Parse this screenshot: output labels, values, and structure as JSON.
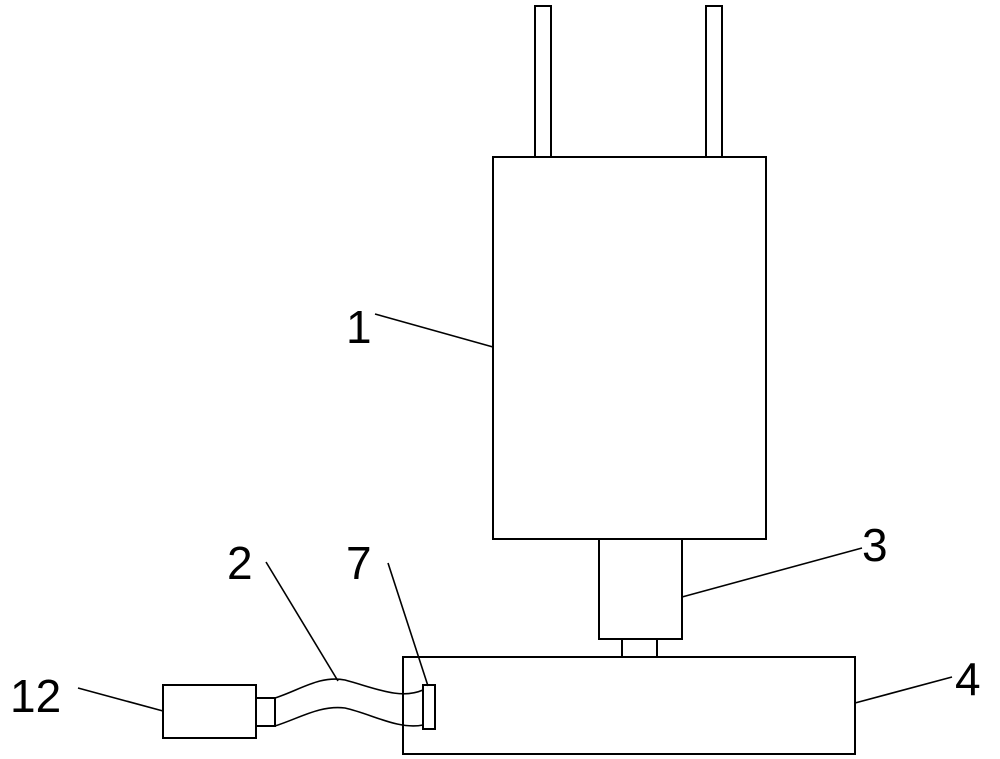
{
  "labels": {
    "main_body": "1",
    "hose": "2",
    "column": "3",
    "base": "4",
    "hose_fitting": "7",
    "end_block": "12"
  },
  "colors": {
    "stroke": "#000000",
    "background": "#ffffff"
  }
}
